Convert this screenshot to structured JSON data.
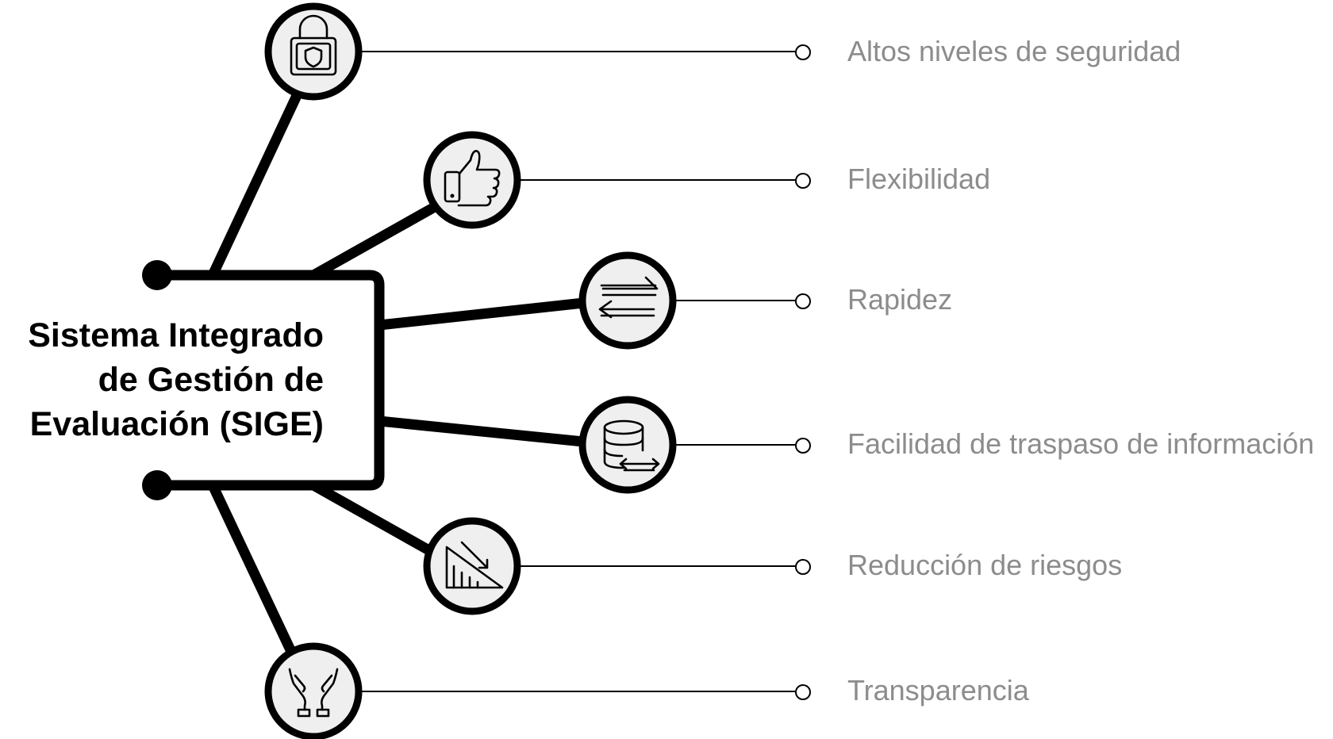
{
  "diagram": {
    "center_title": {
      "line1": "Sistema Integrado",
      "line2": "de Gestión de",
      "line3": "Evaluación (SIGE)"
    },
    "features": [
      {
        "label": "Altos niveles de seguridad",
        "icon": "padlock-shield-icon"
      },
      {
        "label": "Flexibilidad",
        "icon": "thumbs-up-icon"
      },
      {
        "label": "Rapidez",
        "icon": "exchange-arrows-icon"
      },
      {
        "label": "Facilidad de traspaso de información",
        "icon": "database-transfer-icon"
      },
      {
        "label": "Reducción de riesgos",
        "icon": "declining-chart-icon"
      },
      {
        "label": "Transparencia",
        "icon": "open-hands-icon"
      }
    ],
    "colors": {
      "lines": "#000000",
      "circle_fill": "#efefef",
      "label_text": "#8c8c8c",
      "title_text": "#000000"
    }
  }
}
